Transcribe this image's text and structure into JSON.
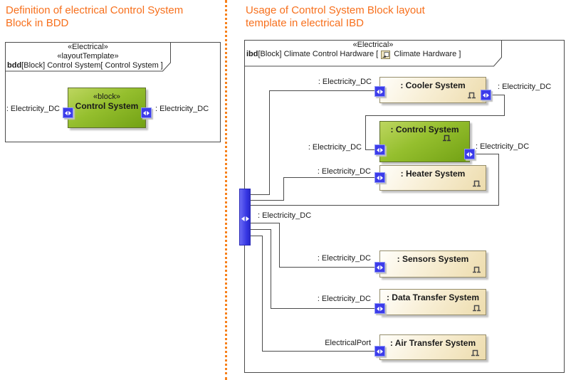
{
  "titles": {
    "left": "Definition of electrical Control System\nBlock in BDD",
    "right": "Usage of Control System Block layout\ntemplate in electrical IBD"
  },
  "bdd": {
    "stereo1": "«Electrical»",
    "stereo2": "«layoutTemplate»",
    "kind": "bdd",
    "header_rest": " [Block] Control System[ Control System ]",
    "block_stereo": "«block»",
    "block_name": "Control System",
    "left_port_label": ": Electricity_DC",
    "right_port_label": ": Electricity_DC"
  },
  "ibd": {
    "stereo": "«Electrical»",
    "kind": "ibd",
    "header_mid": " [Block] Climate Control Hardware [",
    "header_end": "Climate Hardware ]",
    "bus_label": ": Electricity_DC",
    "parts": {
      "cooler": ": Cooler System",
      "control": ": Control System",
      "heater": ": Heater System",
      "sensors": ": Sensors System",
      "data": ": Data Transfer System",
      "air": ": Air Transfer System"
    },
    "labels": {
      "cooler_left": ": Electricity_DC",
      "cooler_right": ": Electricity_DC",
      "control_left": ": Electricity_DC",
      "control_right": ": Electricity_DC",
      "heater": ": Electricity_DC",
      "sensors": ": Electricity_DC",
      "data": ": Electricity_DC",
      "air": "ElectricalPort"
    }
  },
  "colors": {
    "title_orange": "#f7701d",
    "block_green": "#8cbb24",
    "block_tan": "#f2e5c0",
    "port_blue": "#3c3cea",
    "connector_gray": "#4b4b4b"
  }
}
